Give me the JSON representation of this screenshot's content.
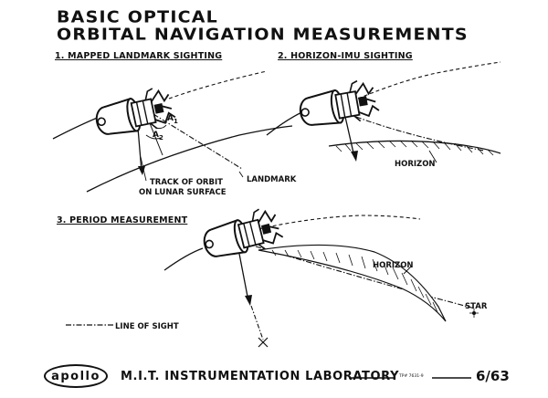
{
  "title": {
    "line1": "BASIC OPTICAL",
    "line2": "ORBITAL NAVIGATION MEASUREMENTS"
  },
  "sections": {
    "mapped_landmark": {
      "heading": "1. MAPPED LANDMARK SIGHTING",
      "angle_a1": "A",
      "angle_a1_sub": "1",
      "angle_a2": "A",
      "angle_a2_sub": "2",
      "track_line1": "TRACK OF ORBIT",
      "track_line2": "ON LUNAR SURFACE",
      "landmark": "LANDMARK"
    },
    "horizon_imu": {
      "heading": "2. HORIZON-IMU SIGHTING",
      "horizon": "HORIZON"
    },
    "period": {
      "heading": "3. PERIOD MEASUREMENT",
      "horizon": "HORIZON",
      "star": "STAR"
    }
  },
  "legend": {
    "line_of_sight": "LINE OF SIGHT"
  },
  "footer": {
    "logo": "apollo",
    "lab": "M.I.T. INSTRUMENTATION LABORATORY",
    "figure_no": "TP# 7631-9",
    "page": "6/63"
  }
}
